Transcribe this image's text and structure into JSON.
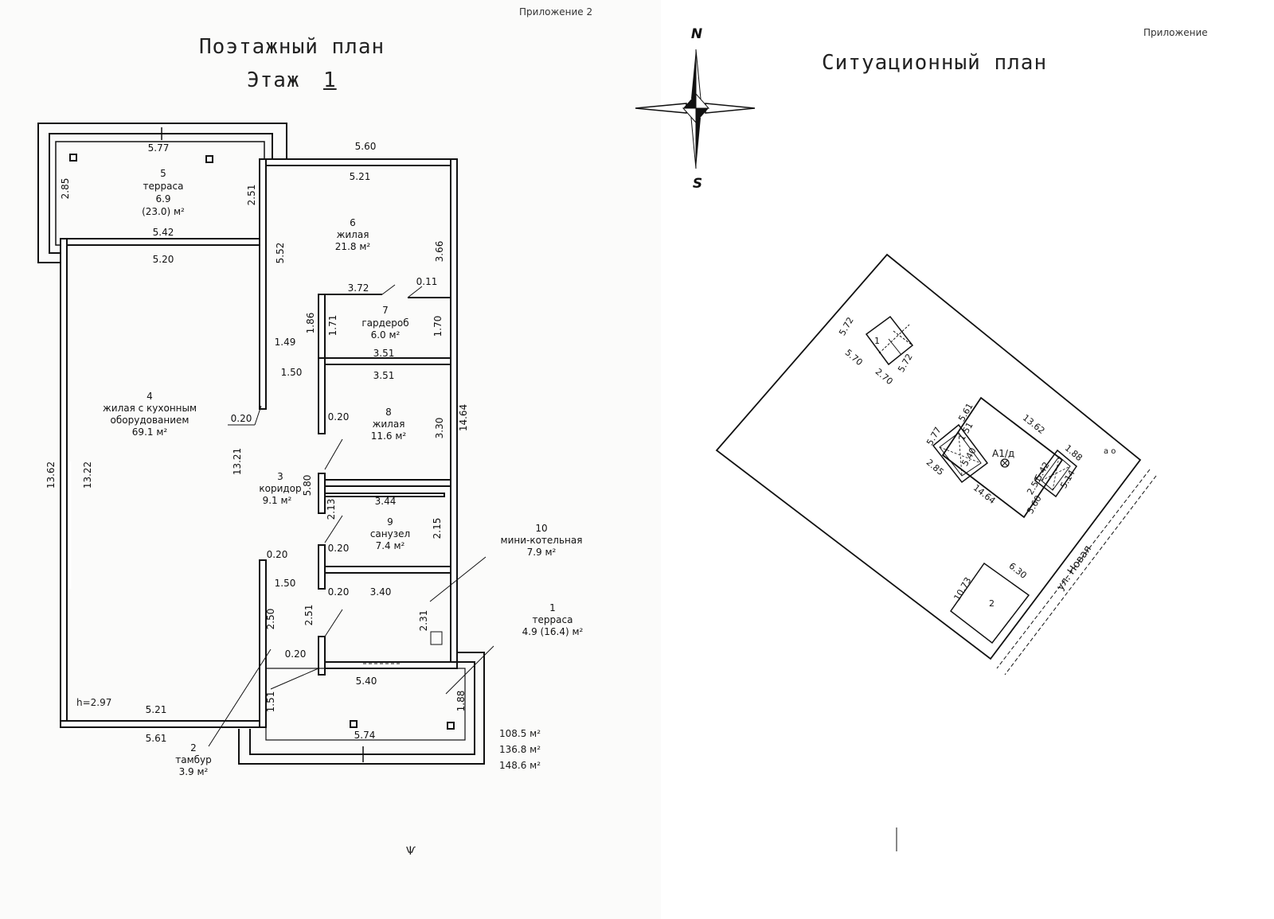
{
  "left_sheet": {
    "annex": "Приложение 2",
    "title": "Поэтажный план",
    "floor_label": "Этаж",
    "floor_number": "1",
    "height": "h=2.97",
    "bottom_mark": "Ѱ",
    "totals": [
      "108.5 м²",
      "136.8 м²",
      "148.6 м²"
    ],
    "rooms": [
      {
        "num": "5",
        "name": "терраса",
        "area": "6.9",
        "area2": "(23.0) м²"
      },
      {
        "num": "6",
        "name": "жилая",
        "area": "21.8 м²"
      },
      {
        "num": "7",
        "name": "гардероб",
        "area": "6.0 м²"
      },
      {
        "num": "4",
        "name": "жилая с кухонным",
        "name2": "оборудованием",
        "area": "69.1 м²"
      },
      {
        "num": "8",
        "name": "жилая",
        "area": "11.6 м²"
      },
      {
        "num": "3",
        "name": "коридор",
        "area": "9.1 м²"
      },
      {
        "num": "9",
        "name": "санузел",
        "area": "7.4 м²"
      },
      {
        "num": "10",
        "name": "мини-котельная",
        "area": "7.9 м²"
      },
      {
        "num": "1",
        "name": "терраса",
        "area": "4.9 (16.4) м²"
      },
      {
        "num": "2",
        "name": "тамбур",
        "area": "3.9 м²"
      }
    ],
    "dims": {
      "d_577": "5.77",
      "d_560": "5.60",
      "d_521a": "5.21",
      "d_285": "2.85",
      "d_251a": "2.51",
      "d_542": "5.42",
      "d_520": "5.20",
      "d_552": "5.52",
      "d_366": "3.66",
      "d_372": "3.72",
      "d_011": "0.11",
      "d_186": "1.86",
      "d_171": "1.71",
      "d_170": "1.70",
      "d_149": "1.49",
      "d_351a": "3.51",
      "d_351b": "3.51",
      "d_150a": "1.50",
      "d_020a": "0.20",
      "d_020b": "0.20",
      "d_1464": "14.64",
      "d_330": "3.30",
      "d_1362": "13.62",
      "d_1322": "13.22",
      "d_1321": "13.21",
      "d_580": "5.80",
      "d_344": "3.44",
      "d_213": "2.13",
      "d_215": "2.15",
      "d_020c": "0.20",
      "d_020d": "0.20",
      "d_150b": "1.50",
      "d_020e": "0.20",
      "d_340": "3.40",
      "d_250": "2.50",
      "d_251b": "2.51",
      "d_231": "2.31",
      "d_020f": "0.20",
      "d_540": "5.40",
      "d_188": "1.88",
      "d_151": "1.51",
      "d_521b": "5.21",
      "d_561": "5.61",
      "d_574": "5.74"
    }
  },
  "right_sheet": {
    "annex": "Приложение",
    "title": "Ситуационный план",
    "compass_n": "N",
    "compass_s": "S",
    "street": "ул. Новая",
    "building_label": "А1/д",
    "lot_mark": "а о",
    "b1": {
      "num": "1",
      "d1": "5.72",
      "d2": "5.70",
      "d3": "2.70",
      "d4": "5.72"
    },
    "b2": {
      "num": "2",
      "d1": "10.73",
      "d2": "6.30"
    },
    "main": {
      "d_561": "5.61",
      "d_1362": "13.62",
      "d_577": "5.77",
      "d_151": "1.51",
      "d_540": "5.40",
      "d_285": "2.85",
      "d_1464": "14.64",
      "d_188": "1.88",
      "d_542": "5.42",
      "d_251": "2.51",
      "d_514": "5.14",
      "d_560": "5.60"
    }
  }
}
